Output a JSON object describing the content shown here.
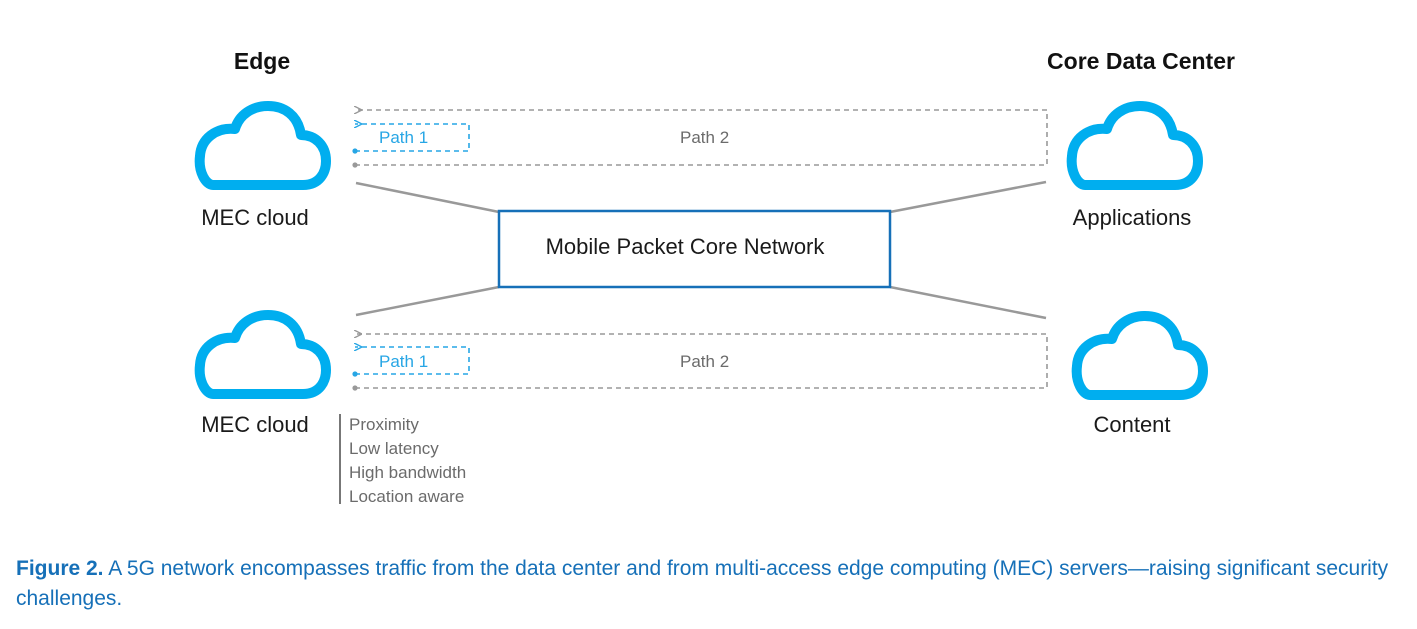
{
  "colors": {
    "cloud": "#00aeef",
    "box": "#1670b8",
    "caption": "#1670b8",
    "path1": "#27a6e5",
    "line": "#999999"
  },
  "headers": {
    "edge": "Edge",
    "core": "Core Data Center"
  },
  "nodes": {
    "mec_top": {
      "label": "MEC cloud",
      "icon": "cloud-icon"
    },
    "mec_bottom": {
      "label": "MEC cloud",
      "icon": "cloud-icon"
    },
    "applications": {
      "label": "Applications",
      "icon": "cloud-icon"
    },
    "content": {
      "label": "Content",
      "icon": "cloud-icon"
    }
  },
  "core_network": {
    "label": "Mobile Packet Core Network"
  },
  "paths": {
    "top": {
      "path1": "Path 1",
      "path2": "Path 2"
    },
    "bottom": {
      "path1": "Path 1",
      "path2": "Path 2"
    }
  },
  "features": [
    "Proximity",
    "Low latency",
    "High bandwidth",
    "Location aware"
  ],
  "caption": {
    "prefix": "Figure 2.",
    "text": "A 5G network encompasses traffic from the data center and from multi-access edge computing (MEC) servers—raising significant security challenges."
  }
}
